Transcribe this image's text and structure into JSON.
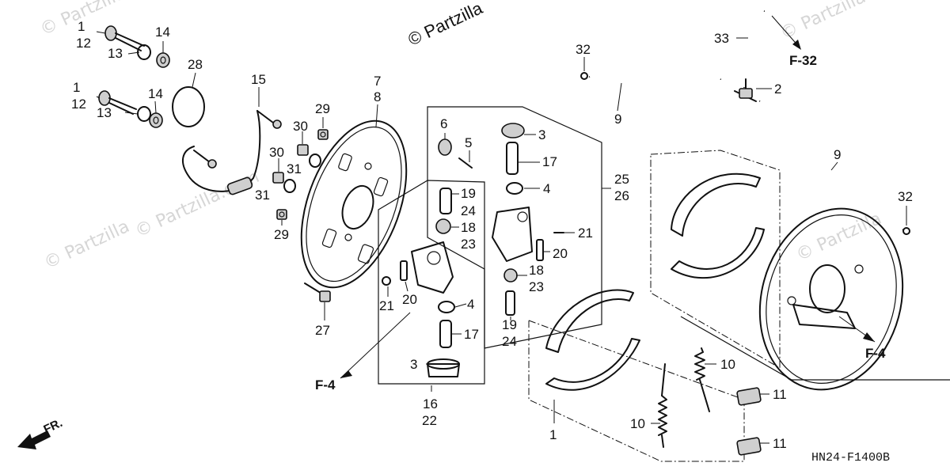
{
  "diagram": {
    "figure_code": "HN24-F1400B",
    "watermark": "© Partzilla",
    "watermark_short": "© Partzilla.com",
    "direction_label": "FR.",
    "refs": {
      "f4_left": "F-4",
      "f4_right": "F-4",
      "f32": "F-32"
    },
    "callouts": [
      {
        "id": "c1a",
        "text": "1"
      },
      {
        "id": "c12a",
        "text": "12"
      },
      {
        "id": "c13a",
        "text": "13"
      },
      {
        "id": "c14a",
        "text": "14"
      },
      {
        "id": "c1b",
        "text": "1"
      },
      {
        "id": "c12b",
        "text": "12"
      },
      {
        "id": "c13b",
        "text": "13"
      },
      {
        "id": "c14b",
        "text": "14"
      },
      {
        "id": "c28",
        "text": "28"
      },
      {
        "id": "c15",
        "text": "15"
      },
      {
        "id": "c7",
        "text": "7"
      },
      {
        "id": "c8",
        "text": "8"
      },
      {
        "id": "c29a",
        "text": "29"
      },
      {
        "id": "c30a",
        "text": "30"
      },
      {
        "id": "c30b",
        "text": "30"
      },
      {
        "id": "c31a",
        "text": "31"
      },
      {
        "id": "c31b",
        "text": "31"
      },
      {
        "id": "c29b",
        "text": "29"
      },
      {
        "id": "c27",
        "text": "27"
      },
      {
        "id": "c6",
        "text": "6"
      },
      {
        "id": "c5",
        "text": "5"
      },
      {
        "id": "c3a",
        "text": "3"
      },
      {
        "id": "c17a",
        "text": "17"
      },
      {
        "id": "c4a",
        "text": "4"
      },
      {
        "id": "c25",
        "text": "25"
      },
      {
        "id": "c26",
        "text": "26"
      },
      {
        "id": "c19a",
        "text": "19"
      },
      {
        "id": "c24a",
        "text": "24"
      },
      {
        "id": "c18a",
        "text": "18"
      },
      {
        "id": "c23a",
        "text": "23"
      },
      {
        "id": "c21a",
        "text": "21"
      },
      {
        "id": "c20a",
        "text": "20"
      },
      {
        "id": "c18b",
        "text": "18"
      },
      {
        "id": "c23b",
        "text": "23"
      },
      {
        "id": "c19b",
        "text": "19"
      },
      {
        "id": "c24b",
        "text": "24"
      },
      {
        "id": "c21b",
        "text": "21"
      },
      {
        "id": "c20b",
        "text": "20"
      },
      {
        "id": "c4b",
        "text": "4"
      },
      {
        "id": "c17b",
        "text": "17"
      },
      {
        "id": "c3b",
        "text": "3"
      },
      {
        "id": "c16",
        "text": "16"
      },
      {
        "id": "c22",
        "text": "22"
      },
      {
        "id": "c32a",
        "text": "32"
      },
      {
        "id": "c9a",
        "text": "9"
      },
      {
        "id": "c33",
        "text": "33"
      },
      {
        "id": "c2",
        "text": "2"
      },
      {
        "id": "c9b",
        "text": "9"
      },
      {
        "id": "c32b",
        "text": "32"
      },
      {
        "id": "c10a",
        "text": "10"
      },
      {
        "id": "c11a",
        "text": "11"
      },
      {
        "id": "c10b",
        "text": "10"
      },
      {
        "id": "c11b",
        "text": "11"
      },
      {
        "id": "c1c",
        "text": "1"
      }
    ]
  }
}
